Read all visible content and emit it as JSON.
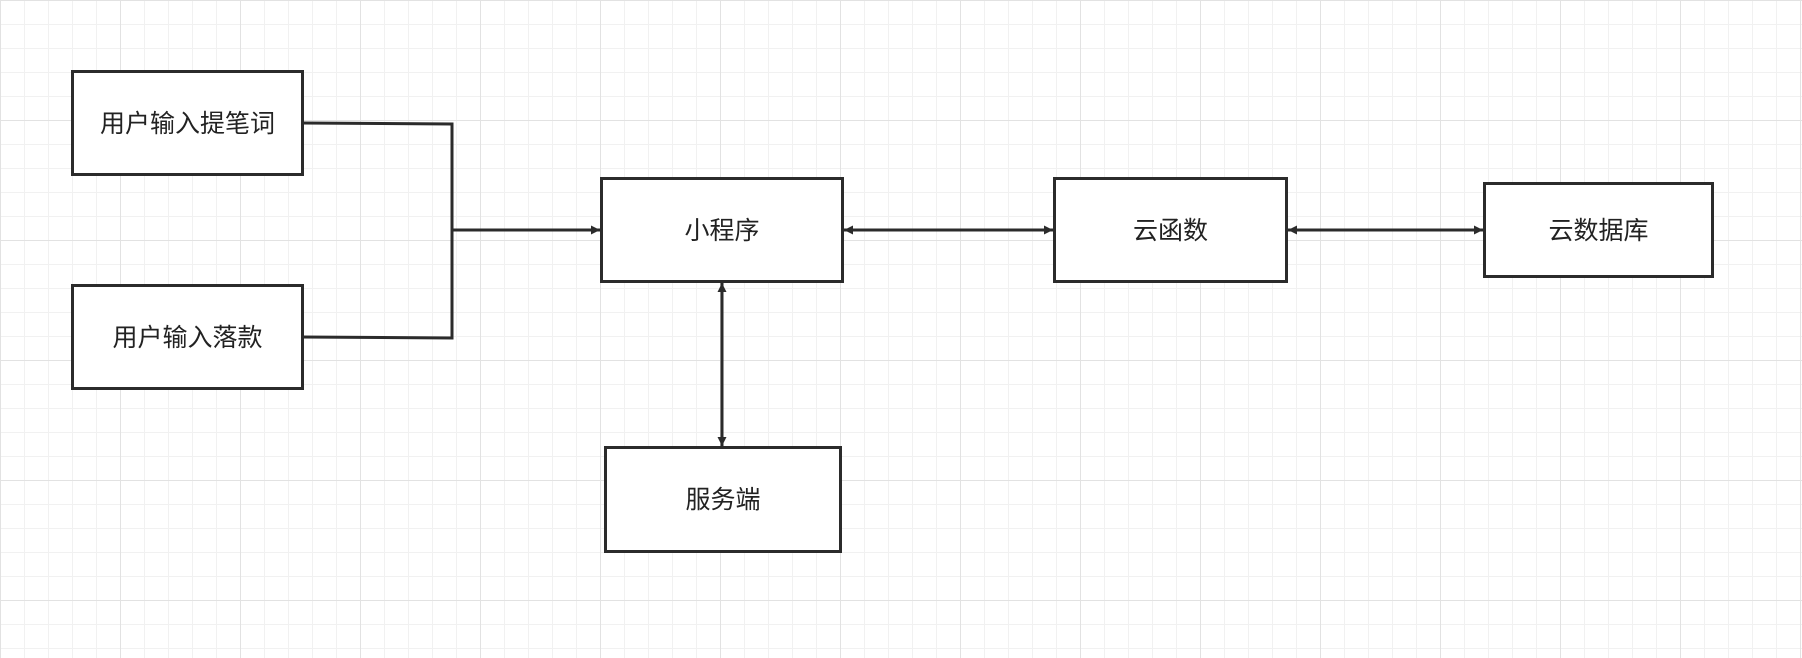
{
  "diagram": {
    "nodes": {
      "prompt_input": "用户输入提笔词",
      "signature_input": "用户输入落款",
      "mini_program": "小程序",
      "server": "服务端",
      "cloud_function": "云函数",
      "cloud_database": "云数据库"
    },
    "edges": [
      {
        "from": "prompt_input",
        "to": "mini_program",
        "direction": "forward"
      },
      {
        "from": "signature_input",
        "to": "mini_program",
        "direction": "forward"
      },
      {
        "from": "mini_program",
        "to": "cloud_function",
        "direction": "both"
      },
      {
        "from": "cloud_function",
        "to": "cloud_database",
        "direction": "both"
      },
      {
        "from": "mini_program",
        "to": "server",
        "direction": "both"
      }
    ],
    "colors": {
      "stroke": "#2b2b2b",
      "text": "#222222",
      "grid_major": "#e2e2e2",
      "grid_minor": "#f1f1f1"
    }
  }
}
